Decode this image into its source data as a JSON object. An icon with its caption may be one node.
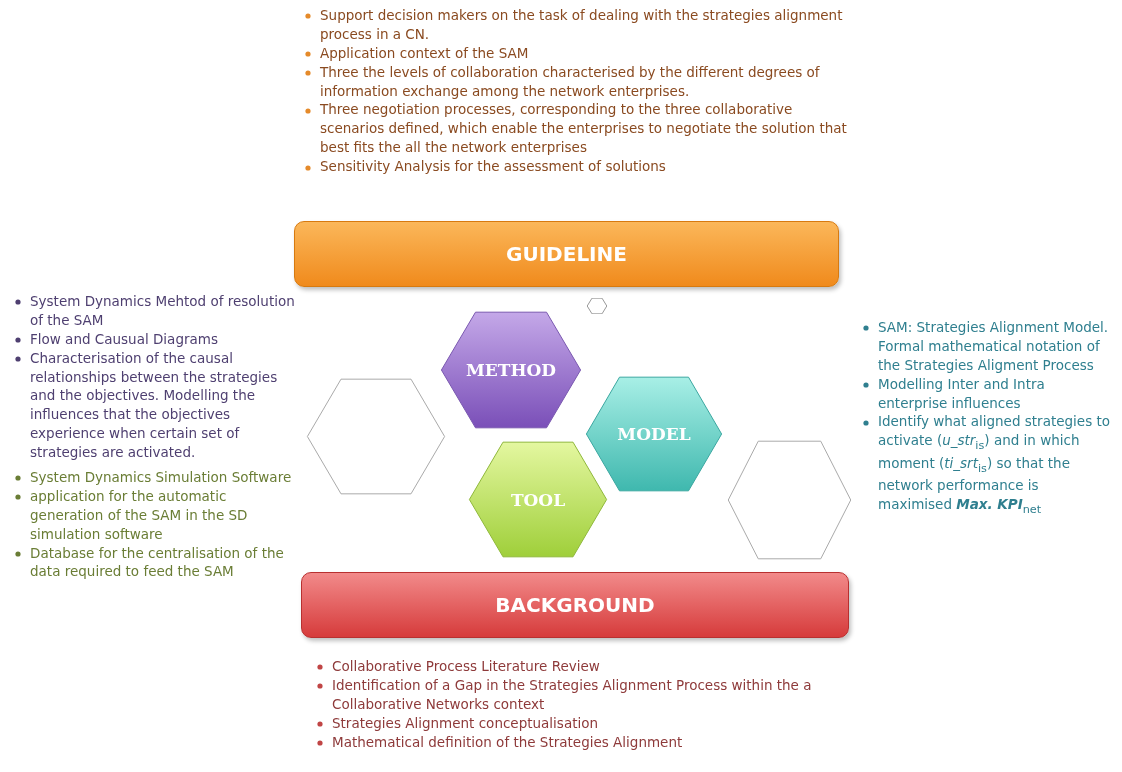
{
  "diagram": {
    "nodes": [
      {
        "text": [
          "GUIDELINE"
        ],
        "beside": [
          "Support decision makers on the task of dealing with the strategies alignment process in a CN.",
          "Application context of the SAM",
          "Three the levels of collaboration characterised by the different degrees of information exchange among the network enterprises.",
          "Three negotiation processes, corresponding to the three collaborative scenarios defined, which enable the enterprises to negotiate the solution that best fits the all the network enterprises",
          "Sensitivity Analysis for the assessment of solutions"
        ]
      },
      {
        "text": [],
        "shape": "hexagon"
      },
      {
        "text": [
          "METHOD"
        ],
        "beside": [
          "System Dynamics Mehtod of resolution of the SAM",
          "Flow and Causual Diagrams",
          "Characterisation of the causal relationships between the strategies and the objectives. Modelling the influences that the objectives experience when certain set of strategies are activated."
        ]
      },
      {
        "text": [],
        "shape": "hexagon"
      },
      {
        "text": [
          "MODEL"
        ],
        "beside": [
          "SAM: Strategies Alignment Model. Formal mathematical notation of the Strategies Aligment Process",
          "Modelling Inter and Intra enterprise influences",
          "Identify what aligned strategies to activate (*u_str*$_{is}$) and in which moment (*ti_srt*$_{is}$) so that the network performance is maximised **Max. KPI**$_{net}$"
        ]
      },
      {
        "text": [
          "TOOL"
        ],
        "beside": [
          "System Dynamics Simulation Software",
          "application for the automatic generation of the SAM in the SD simulation software",
          "Database for the centralisation of the data required to feed the SAM"
        ]
      },
      {
        "text": [],
        "shape": "hexagon"
      },
      {
        "text": [
          "BACKGROUND"
        ],
        "beside": [
          "Collaborative Process Literature Review",
          "Identification of a Gap in the Strategies Alignment Process within the a Collaborative Networks context",
          "Strategies Alignment conceptualisation",
          "Mathematical definition of the Strategies Alignment"
        ]
      }
    ]
  }
}
